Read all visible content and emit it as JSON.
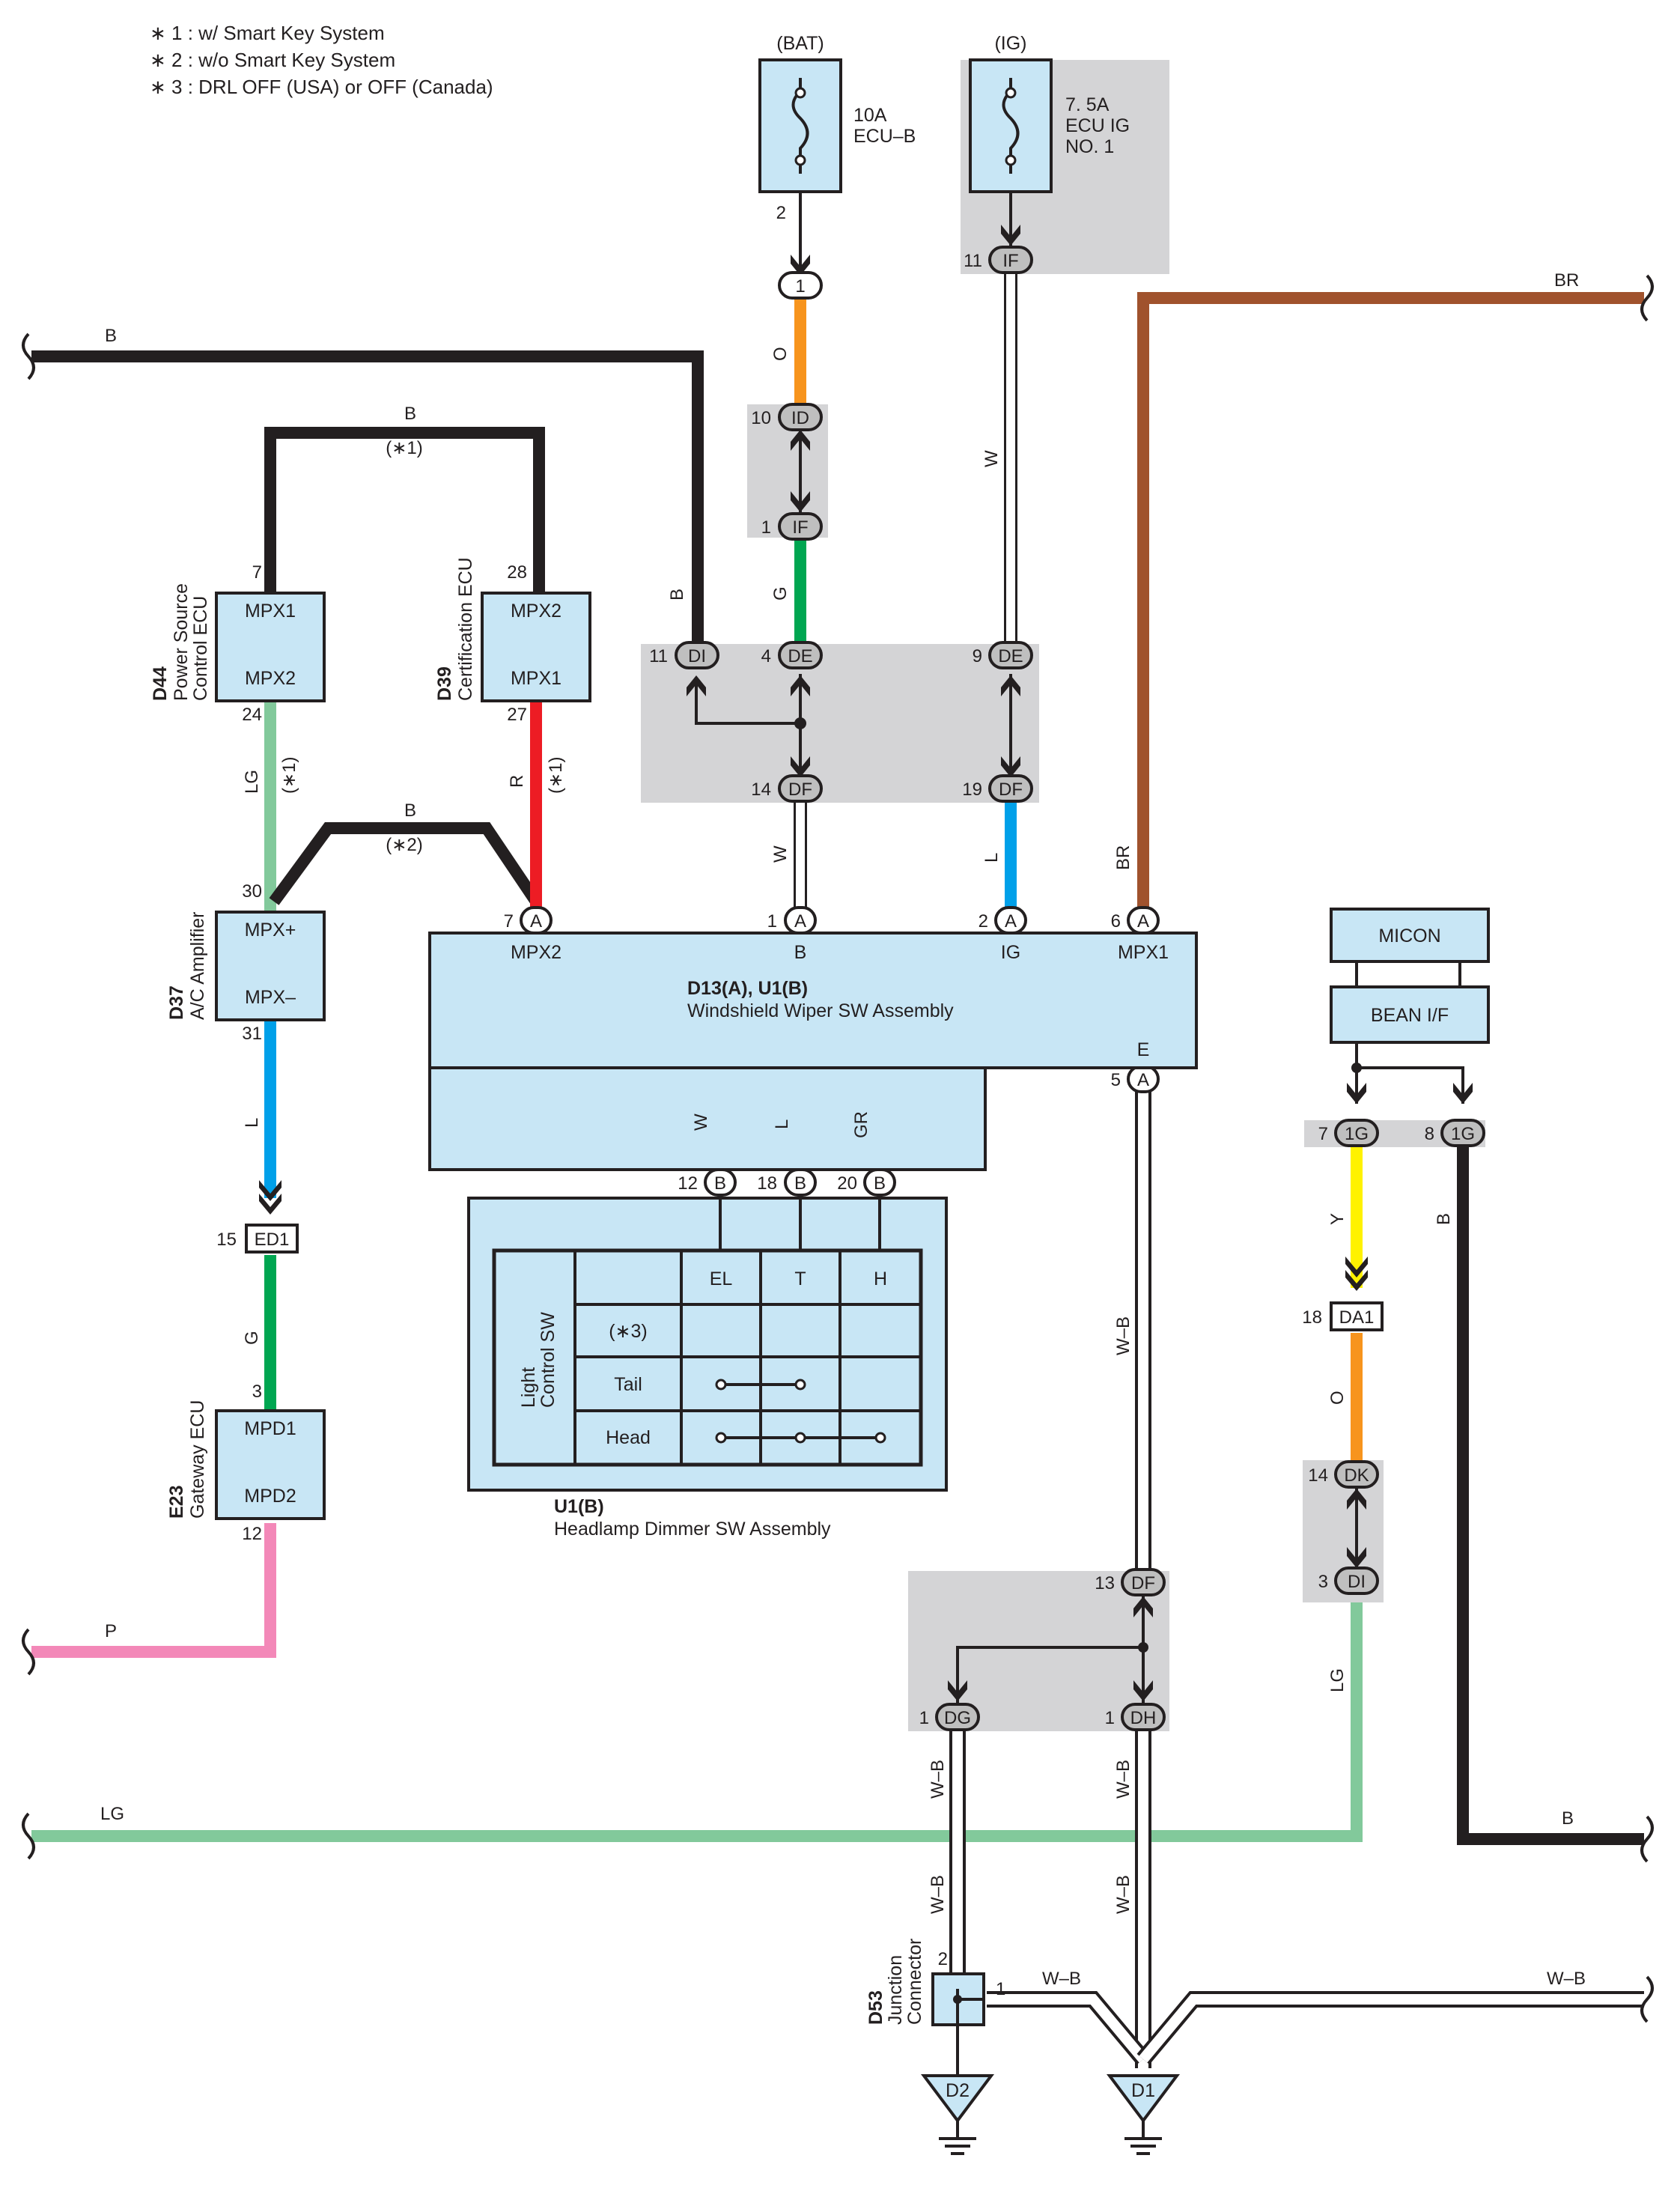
{
  "notes": [
    "∗ 1 : w/ Smart Key System",
    "∗ 2 : w/o Smart Key System",
    "∗ 3 : DRL OFF (USA) or OFF (Canada)"
  ],
  "fuses": {
    "bat": {
      "header": "(BAT)",
      "line1": "10A",
      "line2": "ECU–B",
      "pin": "2"
    },
    "ig": {
      "header": "(IG)",
      "line1": "7. 5A",
      "line2": "ECU IG",
      "line3": "NO. 1"
    }
  },
  "components": {
    "d44": {
      "code": "D44",
      "name1": "Power Source",
      "name2": "Control ECU",
      "top_term": "MPX1",
      "bot_term": "MPX2",
      "top_pin": "7",
      "bot_pin": "24"
    },
    "d39": {
      "code": "D39",
      "name": "Certification ECU",
      "top_term": "MPX2",
      "bot_term": "MPX1",
      "top_pin": "28",
      "bot_pin": "27"
    },
    "d37": {
      "code": "D37",
      "name": "A/C Amplifier",
      "top_term": "MPX+",
      "bot_term": "MPX–",
      "top_pin": "30",
      "bot_pin": "31"
    },
    "e23": {
      "code": "E23",
      "name": "Gateway ECU",
      "top_term": "MPD1",
      "bot_term": "MPD2",
      "top_pin": "3",
      "bot_pin": "12"
    },
    "d13": {
      "title": "D13(A), U1(B)",
      "name": "Windshield Wiper SW Assembly",
      "t_mpx2": "MPX2",
      "t_b": "B",
      "t_ig": "IG",
      "t_mpx1": "MPX1",
      "t_e": "E"
    },
    "u1": {
      "title": "U1(B)",
      "name": "Headlamp Dimmer SW Assembly"
    },
    "micon": "MICON",
    "bean": "BEAN I/F",
    "d53": {
      "code": "D53",
      "name1": "Junction",
      "name2": "Connector",
      "pin2": "2",
      "pin1": "1"
    }
  },
  "switch_table": {
    "side_label1": "Light",
    "side_label2": "Control SW",
    "columns": [
      "EL",
      "T",
      "H"
    ],
    "rows": [
      "(∗3)",
      "Tail",
      "Head"
    ]
  },
  "connectors": {
    "c1": "1",
    "id": "ID",
    "if": "IF",
    "di": "DI",
    "de": "DE",
    "df": "DF",
    "a": "A",
    "b": "B",
    "ed1": "ED1",
    "ig1": "1G",
    "da1": "DA1",
    "dk": "DK",
    "dg": "DG",
    "dh": "DH"
  },
  "pins": {
    "p1": "1",
    "p2": "2",
    "p3": "3",
    "p4": "4",
    "p5": "5",
    "p6": "6",
    "p7": "7",
    "p8": "8",
    "p9": "9",
    "p10": "10",
    "p11": "11",
    "p12": "12",
    "p13": "13",
    "p14": "14",
    "p15": "15",
    "p18": "18",
    "p19": "19",
    "p20": "20"
  },
  "wire_colors": {
    "B": "B",
    "O": "O",
    "G": "G",
    "W": "W",
    "BR": "BR",
    "LG": "LG",
    "R": "R",
    "L": "L",
    "GR": "GR",
    "Y": "Y",
    "P": "P",
    "WB": "W–B"
  },
  "conditions": {
    "c1": "(∗1)",
    "c2": "(∗2)"
  },
  "grounds": {
    "d2": "D2",
    "d1": "D1"
  },
  "colors": {
    "black": "#231f20",
    "orange": "#f7941d",
    "green": "#00a651",
    "white_wire": "#ffffff",
    "brown": "#a0522d",
    "light_green": "#82c99b",
    "red": "#ed1c24",
    "blue": "#00a0e9",
    "gray_wire": "#939598",
    "yellow": "#fff200",
    "pink": "#f388b8",
    "box_fill": "#c8e6f5",
    "gray_area": "#d4d4d6"
  }
}
